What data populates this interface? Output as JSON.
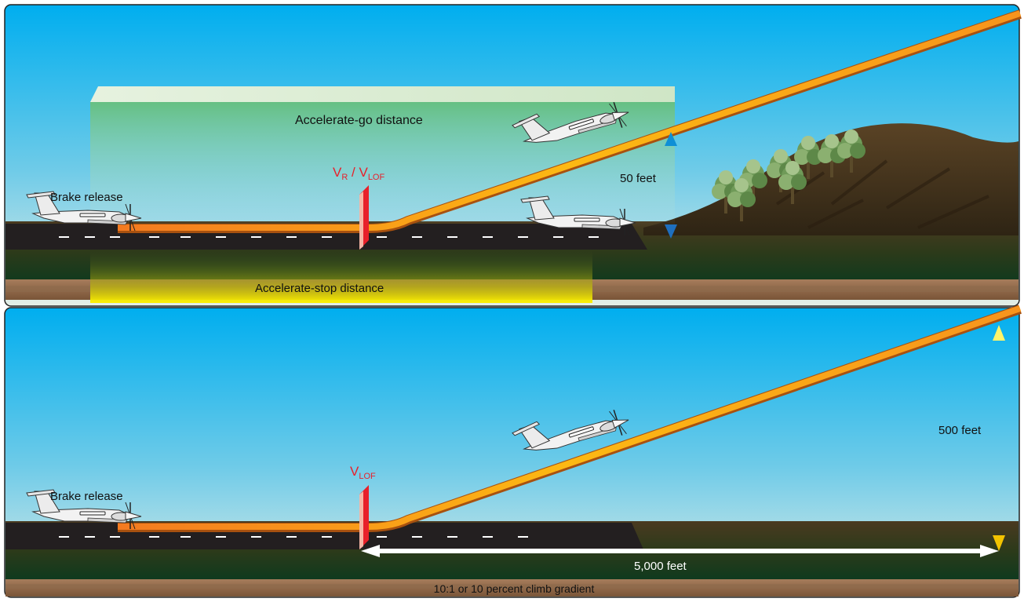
{
  "top_panel": {
    "brake_release": "Brake release",
    "vr": "V",
    "vr_sub": "R",
    "vr_slash": " / V",
    "vlof_sub": "LOF",
    "accelerate_go": "Accelerate-go distance",
    "accelerate_stop": "Accelerate-stop distance",
    "height": "50 feet"
  },
  "bottom_panel": {
    "brake_release": "Brake release",
    "vlof": "V",
    "vlof_sub": "LOF",
    "height": "500 feet",
    "distance": "5,000 feet",
    "gradient": "10:1 or 10 percent climb gradient"
  },
  "colors": {
    "sky_top": "#00aeef",
    "sky_bottom": "#d8ecf0",
    "flight_path": "#f5a623",
    "speed_marker": "#e8202a",
    "label_red": "#e8202a",
    "go_zone": "#7cc576",
    "stop_zone": "#fff200",
    "height_arrow_top": "#1e9ee0",
    "height_arrow_bottom": "#fff200"
  }
}
